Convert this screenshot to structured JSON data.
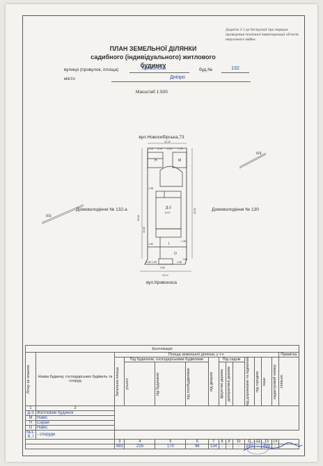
{
  "header_note": "Додаток 2.1 до Інструкції про порядок проведення технічної інвентаризації об'єктів нерухомого майна",
  "title_line1": "ПЛАН ЗЕМЕЛЬНОЇ ДІЛЯНКИ",
  "title_line2": "садибного (індивідуального) житлового будинку",
  "street_label": "вулиця (провулок, площа)",
  "street_value": "Кривоноса",
  "house_label": "буд.№",
  "house_value": "132",
  "city_label": "місто",
  "city_value": "Дніпро",
  "scale": "Масштаб 1:500",
  "plan": {
    "north_neighbor": "вул.Новосибірська,73",
    "south_neighbor": "вул.Кривоноса",
    "west_neighbor": "Домоволодіння № 132-а",
    "east_neighbor": "Домоволодіння № 130",
    "pz_right": "п/з",
    "pz_left": "п/з",
    "dims": {
      "top_width": "11.10",
      "bottom_width": "13.17",
      "left_height": "15.82",
      "right_height": "15.91",
      "tl1": "2.13",
      "tl2": "3.15",
      "tl3": "3.05",
      "tl4": "2.09",
      "bl1": "0.80",
      "bl2": "1.60",
      "bl3": "3.84",
      "bl4": "1.66",
      "bl5": "1.60",
      "mid1": "1.98",
      "mid2": "1.60",
      "mid3": "10.00",
      "mid4": "1.48"
    },
    "labels": {
      "n": "Н",
      "m": "М",
      "o": "О",
      "house": "Д-3",
      "house_area": "6.67",
      "yard": "I"
    }
  },
  "explication": {
    "title": "Експлікація",
    "col_letter": "Літер за планом",
    "col_name": "Назва будинку, господарських будівель та споруд",
    "col_area_group": "Площа земельної ділянки, у т.ч.",
    "col_total": "Загальна площа",
    "col_built_group": "Під будинком, господарськими будівлями",
    "col_built_total": "усього",
    "col_under_house": "під будинком",
    "col_under_outbuild": "під госпбудівлями",
    "col_yard": "під двором",
    "col_garden_group": "Під садом",
    "col_fruit": "фруктові дерева",
    "col_decor": "декоративні дерева",
    "col_roads": "під дорожками та підвалом",
    "col_veg": "під городом",
    "col_other": "інше",
    "col_note": "Примітка",
    "col_kadastr": "кадастровий номер",
    "col_jointly": "спільно",
    "header_nums": [
      "1",
      "2"
    ],
    "rows": [
      {
        "letter": "Д-3",
        "name": "Житловий будинок"
      },
      {
        "letter": "М",
        "name": "Навіс"
      },
      {
        "letter": "Н",
        "name": "Сарай"
      },
      {
        "letter": "О",
        "name": "Навіс"
      },
      {
        "letter": "№1-6, І",
        "name": "- споруди"
      }
    ],
    "num_row": [
      "3",
      "4",
      "5",
      "6",
      "7",
      "8",
      "9",
      "10",
      "11",
      "12",
      "13",
      "14"
    ],
    "values": [
      "493",
      "216",
      "170",
      "46",
      "134",
      "-",
      "-",
      "-",
      "143",
      "-",
      "493",
      "-"
    ]
  }
}
